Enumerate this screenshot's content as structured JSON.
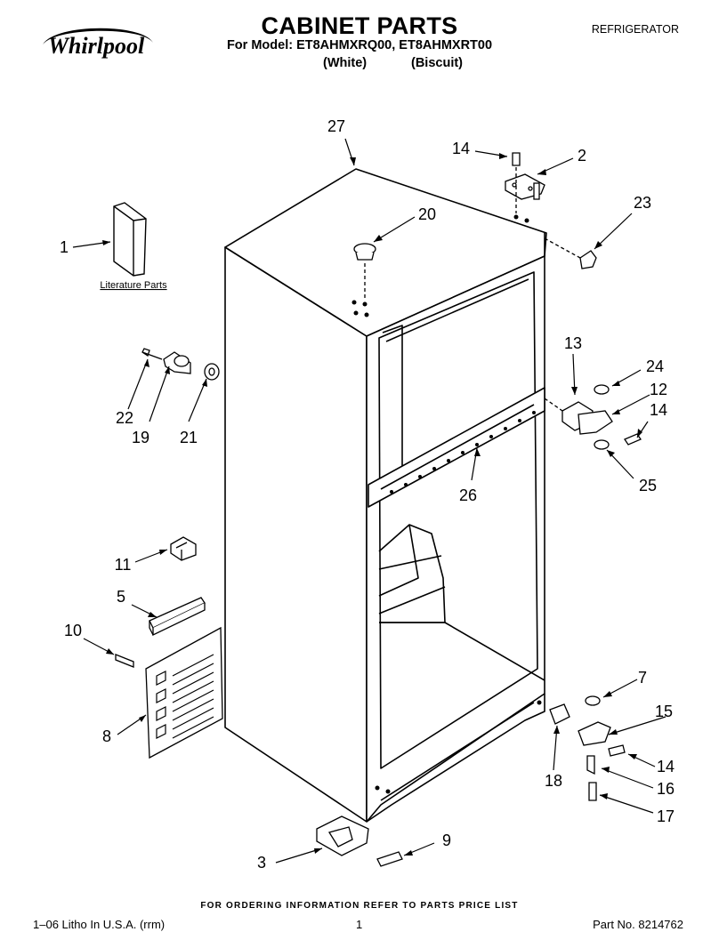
{
  "header": {
    "logo_text": "Whirlpool",
    "title": "CABINET PARTS",
    "model_line": "For Model: ET8AHMXRQ00, ET8AHMXRT00",
    "variant_white": "(White)",
    "variant_biscuit": "(Biscuit)",
    "category": "REFRIGERATOR"
  },
  "diagram": {
    "literature_label": "Literature Parts",
    "callouts": [
      "27",
      "14",
      "2",
      "20",
      "23",
      "1",
      "13",
      "24",
      "12",
      "14",
      "22",
      "19",
      "21",
      "26",
      "25",
      "11",
      "5",
      "10",
      "7",
      "15",
      "8",
      "14",
      "18",
      "16",
      "17",
      "3",
      "9"
    ]
  },
  "footer": {
    "order_note": "FOR ORDERING INFORMATION REFER TO PARTS PRICE LIST",
    "litho": "1–06 Litho In U.S.A. (rrm)",
    "page": "1",
    "part_no": "Part No. 8214762"
  }
}
